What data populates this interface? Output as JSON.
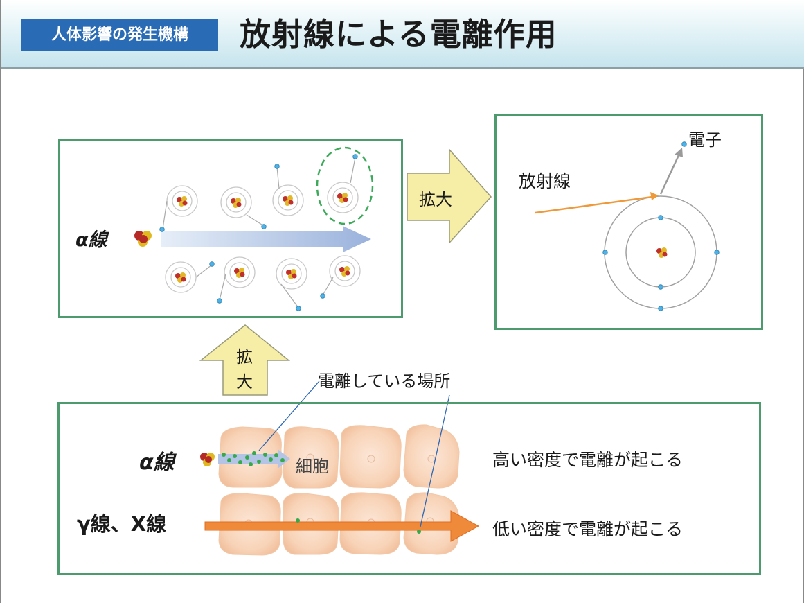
{
  "header": {
    "tag": "人体影響の発生機構",
    "title": "放射線による電離作用"
  },
  "diagram": {
    "top_left": {
      "alpha_label": "α線"
    },
    "expand_right": "拡大",
    "expand_up": [
      "拡",
      "大"
    ],
    "top_right": {
      "radiation_label": "放射線",
      "electron_label": "電子"
    },
    "bottom": {
      "callout": "電離している場所",
      "alpha_label": "α線",
      "cell_label": "細胞",
      "gamma_label": "γ線、X線",
      "alpha_desc": "高い密度で電離が起こる",
      "gamma_desc": "低い密度で電離が起こる"
    }
  },
  "colors": {
    "tag_bg": "#2a6bb5",
    "box_border": "#4e9a6f",
    "arrow_fill": "#f6eea6",
    "cell_fill": "#f7cfb0",
    "gamma_arrow": "#ef8a3b",
    "electron": "#4db3e6"
  }
}
